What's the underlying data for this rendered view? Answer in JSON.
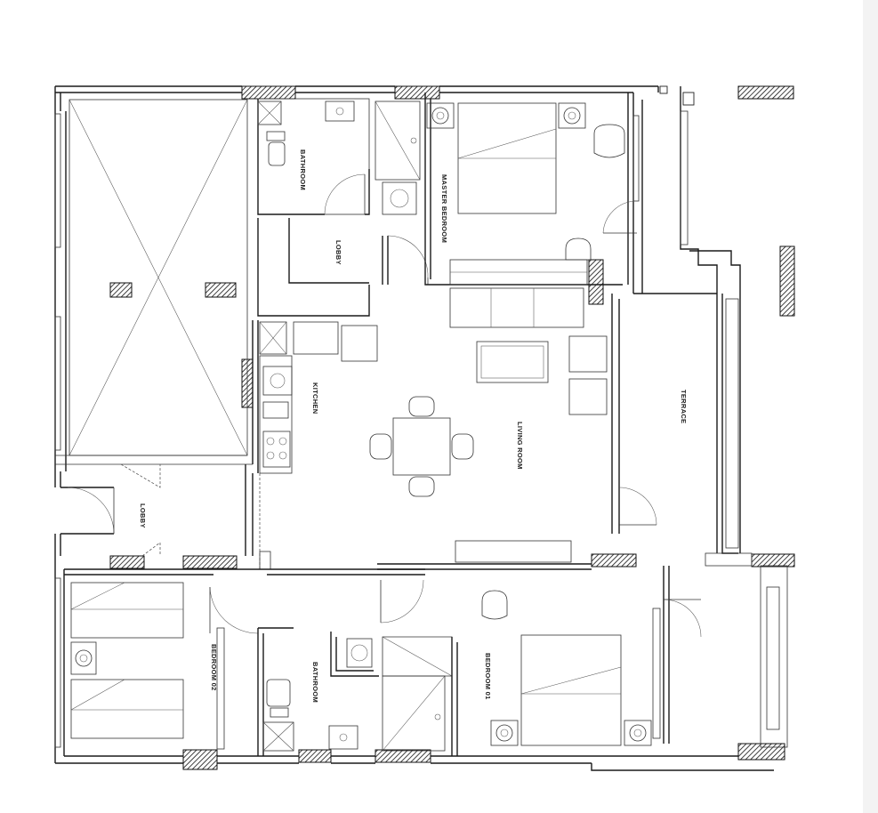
{
  "rooms": {
    "bathroom_top": "BATHROOM",
    "lobby_top": "LOBBY",
    "master_bedroom": "MASTER BEDROOM",
    "kitchen": "KITCHEN",
    "living_room": "LIVING ROOM",
    "terrace": "TERRACE",
    "lobby_left": "LOBBY",
    "bedroom_02": "BEDROOM 02",
    "bathroom_bottom": "BATHROOM",
    "bedroom_01": "BEDROOM 01"
  }
}
